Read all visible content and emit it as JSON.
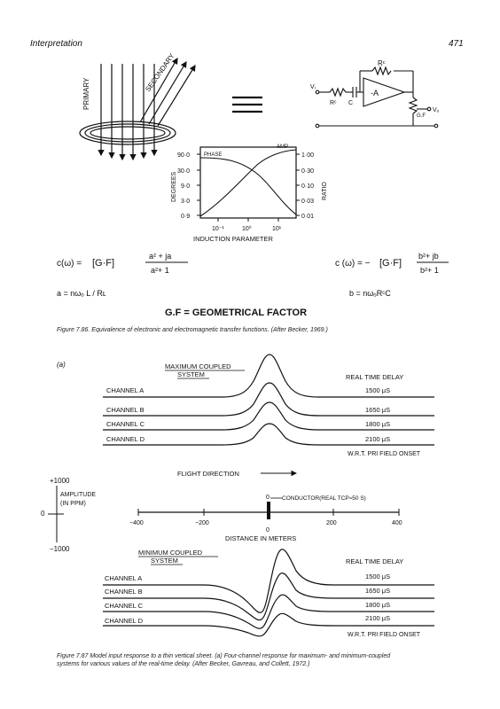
{
  "header": {
    "section": "Interpretation",
    "page_number": "471"
  },
  "fig786": {
    "coil_labels": {
      "primary": "PRIMARY",
      "secondary": "SECONDARY"
    },
    "circuit_labels": {
      "rc_top": "Rᶜ",
      "vi": "Vᵢ",
      "rc_left": "Rᶜ",
      "c": "C",
      "amp": "-A",
      "gf": "G.F",
      "vo": "Vₒ"
    },
    "chart": {
      "ylabel_left": "DEGREES",
      "ylabel_right": "RATIO",
      "xlabel": "INDUCTION   PARAMETER",
      "left_ticks": [
        "90·0",
        "30·0",
        "9·0",
        "3·0",
        "0·9"
      ],
      "right_ticks": [
        "1·00",
        "0·30",
        "0·10",
        "0·03",
        "0·01"
      ],
      "x_ticks": [
        "10⁻¹",
        "10⁰",
        "10¹"
      ],
      "phase_label": "PHASE",
      "amp_label": "AMP"
    },
    "eq_left": "c(ω) = [G·F]  a² + ja / a² + 1",
    "eq_left_parts": {
      "lhs": "c(ω) =",
      "gf": "[G·F]",
      "num": "a² + ja",
      "den": "a²+ 1"
    },
    "eq_right_parts": {
      "lhs": "c (ω) = −",
      "gf": "[G·F]",
      "num": "b²+ jb",
      "den": "b²+ 1"
    },
    "def_a": "a  =   nωₒ L / Rʟ",
    "def_b": "b  =   nωₒRᶜC",
    "gf_title": "G.F = GEOMETRICAL   FACTOR",
    "caption": "Figure 7.86. Equivalence of electronic and electromagnetic transfer functions. (After Becker, 1969.)"
  },
  "fig787": {
    "panel_label": "(a)",
    "max_title": "MAXIMUM  COUPLED",
    "max_title2": "SYSTEM",
    "min_title": "MINIMUM  COUPLED",
    "min_title2": "SYSTEM",
    "delay_header": "REAL  TIME  DELAY",
    "channels": [
      "CHANNEL  A",
      "CHANNEL  B",
      "CHANNEL  C",
      "CHANNEL  D"
    ],
    "delays": [
      "1500 μS",
      "1650 μS",
      "1800 μS",
      "2100 μS"
    ],
    "wrt": "W.R.T. PRI FIELD ONSET",
    "flight": "FLIGHT  DIRECTION",
    "amp_top": "+1000",
    "amp_label1": "AMPLITUDE",
    "amp_label2": "(IN PPM)",
    "amp_zero": "0",
    "amp_bottom": "−1000",
    "conductor": "CONDUCTOR(REAL TCP≈50 S)",
    "conductor_zero": "0",
    "axis_ticks": [
      "−400",
      "−200",
      "0",
      "200",
      "400"
    ],
    "distance": "DISTANCE  IN  METERS",
    "caption": "Figure 7.87 Model input response to a thin vertical sheet. (a) Four-channel response for maximum- and minimum-coupled systems for various values of the real-time delay. (After Becker, Gavreau, and Collett, 1972.)"
  }
}
